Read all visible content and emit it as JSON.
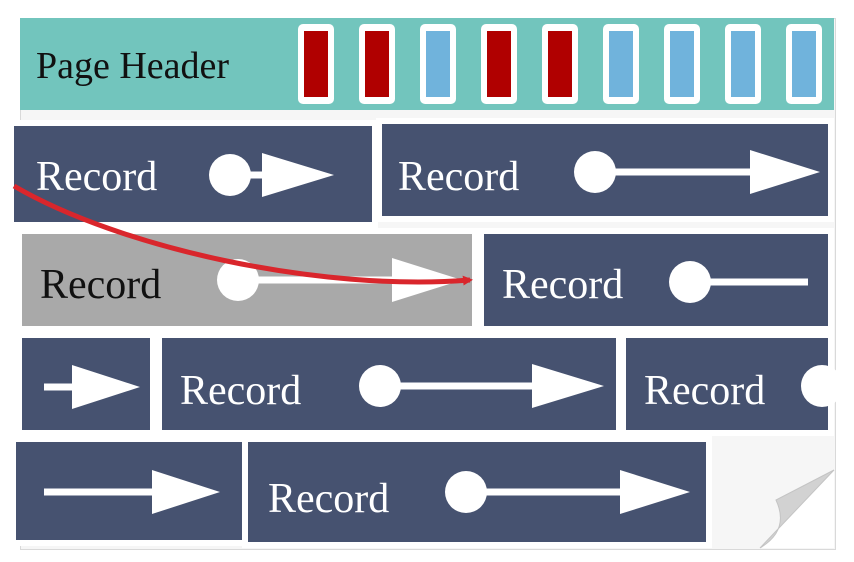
{
  "header": {
    "title": "Page Header"
  },
  "slots": [
    {
      "color": "#b00000"
    },
    {
      "color": "#b00000"
    },
    {
      "color": "#70b3dc"
    },
    {
      "color": "#b00000"
    },
    {
      "color": "#b00000"
    },
    {
      "color": "#70b3dc"
    },
    {
      "color": "#70b3dc"
    },
    {
      "color": "#70b3dc"
    },
    {
      "color": "#70b3dc"
    }
  ],
  "records": {
    "r1": "Record",
    "r2": "Record",
    "r3": "Record",
    "r4": "Record",
    "r5": "Record",
    "r6": "Record",
    "r7": "Record"
  },
  "colors": {
    "record_fill": "#465270",
    "moved_record_fill": "#a9a9a9",
    "header_fill": "#72c5bd",
    "arrow_red": "#d9262c"
  }
}
